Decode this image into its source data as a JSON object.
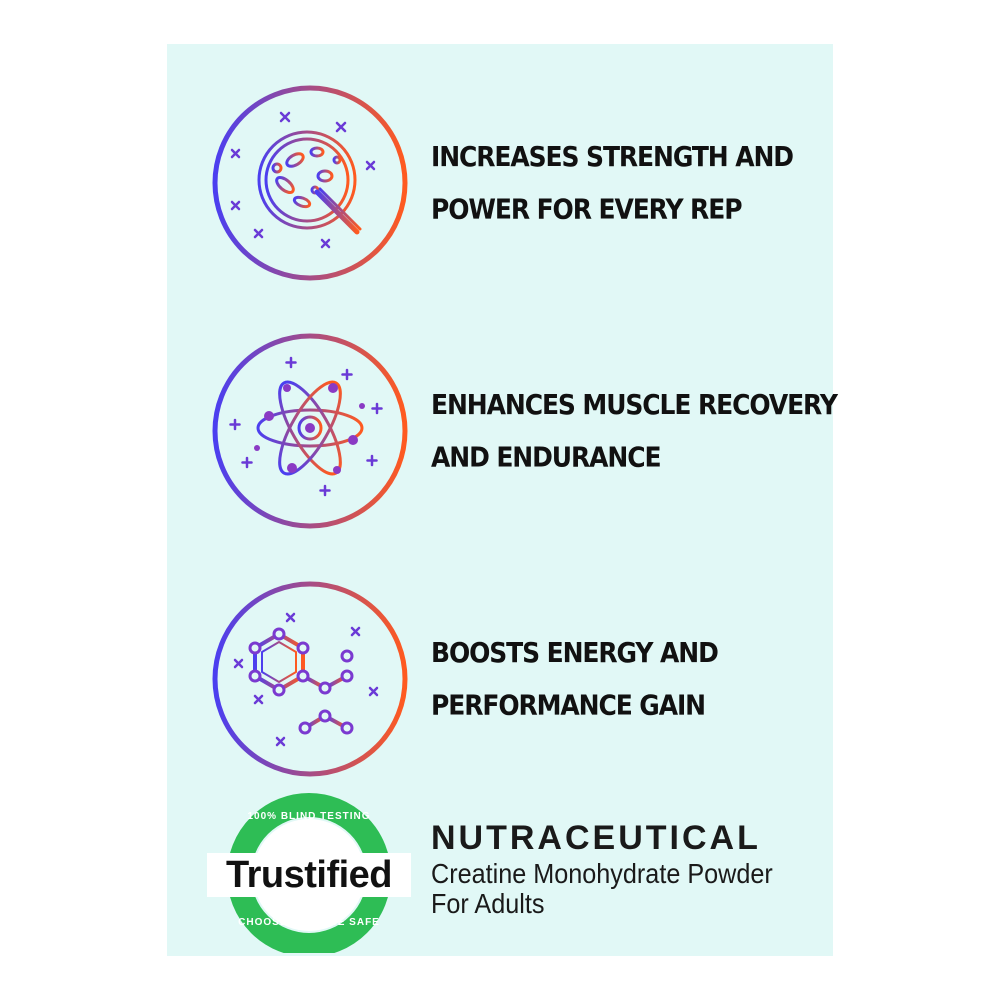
{
  "benefits": [
    {
      "icon": "petri-dish-icon",
      "lines": [
        "INCREASES STRENGTH AND",
        "POWER FOR EVERY REP"
      ]
    },
    {
      "icon": "atom-icon",
      "lines": [
        "ENHANCES MUSCLE RECOVERY",
        "AND ENDURANCE"
      ]
    },
    {
      "icon": "molecule-icon",
      "lines": [
        "BOOSTS ENERGY AND",
        "PERFORMANCE GAIN"
      ]
    }
  ],
  "badge": {
    "top_text": "100% BLIND TESTING",
    "name": "Trustified",
    "bottom_text": "CHOOSE SAFE. BE SAFE"
  },
  "product": {
    "brand": "NUTRACEUTICAL",
    "line1": "Creatine Monohydrate Powder",
    "line2": "For Adults"
  },
  "colors": {
    "panel": "#e1f8f6",
    "gradient_start": "#4b3ff0",
    "gradient_end": "#ff5a1f",
    "badge_green": "#2ebd55",
    "text": "#111111"
  }
}
